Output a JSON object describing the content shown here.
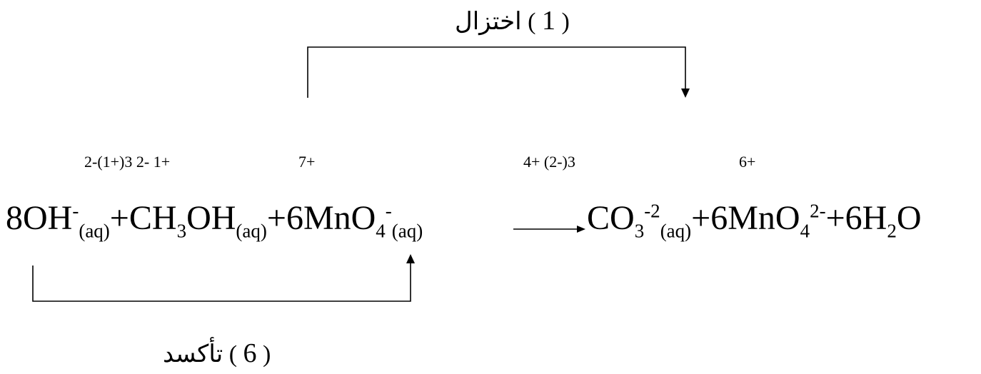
{
  "reduction": {
    "word": "اختزال",
    "count": "1"
  },
  "oxidation": {
    "word": "تأكسد",
    "count": "6"
  },
  "oxidation_numbers": {
    "group1": "2-(1+)3 2- 1+",
    "group2": "7+",
    "group3": "4+ (2-)3",
    "group4": "6+"
  },
  "equation": {
    "lhs": [
      {
        "coef": "8",
        "formula": "OH",
        "charge": "-",
        "state": "(aq)"
      },
      {
        "sep": "+",
        "coef": "",
        "formula": "CH",
        "sub": "3",
        "formula2": "OH",
        "state": "(aq)"
      },
      {
        "sep": "+",
        "coef": "6",
        "formula": "MnO",
        "sub": "4",
        "charge": "-",
        "state": "(aq)"
      }
    ],
    "rhs": [
      {
        "formula": "CO",
        "sub": "3",
        "charge": "-2",
        "state": "(aq)"
      },
      {
        "sep": "+",
        "coef": "6",
        "formula": "MnO",
        "sub": "4",
        "charge": "2-"
      },
      {
        "sep": "+",
        "coef": "6",
        "formula": "H",
        "sub": "2",
        "formula2": "O"
      }
    ]
  }
}
